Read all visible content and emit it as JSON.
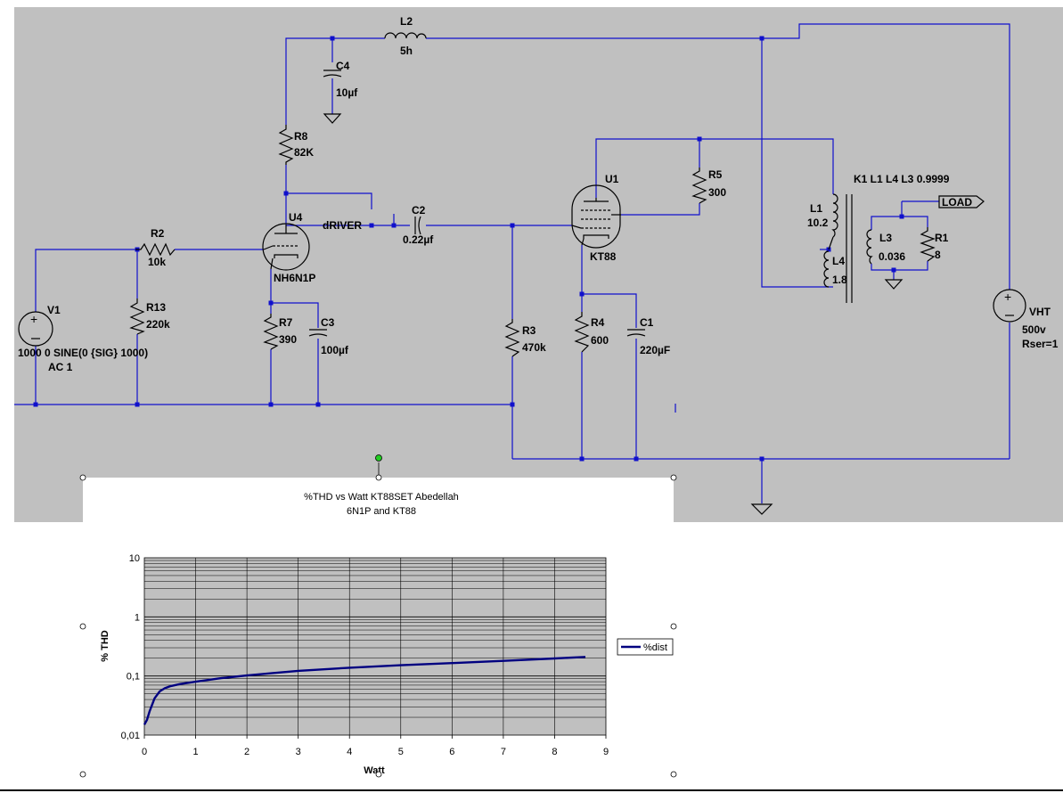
{
  "schematic": {
    "labels": {
      "L2": "L2",
      "L2_val": "5h",
      "C4": "C4",
      "C4_val": "10µf",
      "R8": "R8",
      "R8_val": "82K",
      "U4": "U4",
      "U4_type": "NH6N1P",
      "dRIVER": "dRIVER",
      "C2": "C2",
      "C2_val": "0.22µf",
      "R2": "R2",
      "R2_val": "10k",
      "R13": "R13",
      "R13_val": "220k",
      "V1": "V1",
      "V1_spec": "1000 0 SINE(0 {SIG} 1000)",
      "V1_ac": "AC 1",
      "R7": "R7",
      "R7_val": "390",
      "C3": "C3",
      "C3_val": "100µf",
      "R3": "R3",
      "R3_val": "470k",
      "U1": "U1",
      "U1_type": "KT88",
      "R5": "R5",
      "R5_val": "300",
      "R4": "R4",
      "R4_val": "600",
      "C1": "C1",
      "C1_val": "220µF",
      "K1": "K1 L1 L4  L3  0.9999",
      "L1": "L1",
      "L1_val": "10.2",
      "L4": "L4",
      "L4_val": "1.8",
      "L3": "L3",
      "L3_val": "0.036",
      "R1": "R1",
      "R1_val": "8",
      "LOAD": "LOAD",
      "VHT": "VHT",
      "VHT_val": "500v",
      "VHT_rser": "Rser=1"
    }
  },
  "chart_data": {
    "type": "line",
    "title": "%THD vs Watt  KT88SET Abedellah",
    "subtitle": "6N1P and KT88",
    "xlabel": "Watt",
    "ylabel": "% THD",
    "xlim": [
      0,
      9
    ],
    "ylim": [
      0.01,
      10
    ],
    "yscale": "log",
    "x_ticks": [
      "0",
      "1",
      "2",
      "3",
      "4",
      "5",
      "6",
      "7",
      "8",
      "9"
    ],
    "y_ticks": [
      "0,01",
      "0,1",
      "1",
      "10"
    ],
    "grid": true,
    "legend_position": "right",
    "series_color": "#000080",
    "series": [
      {
        "name": "%dist",
        "x": [
          0.0,
          0.05,
          0.1,
          0.2,
          0.3,
          0.4,
          0.5,
          0.7,
          1.0,
          1.5,
          2.0,
          2.5,
          3.0,
          4.0,
          5.0,
          6.0,
          7.0,
          8.0,
          8.6
        ],
        "y": [
          0.015,
          0.018,
          0.025,
          0.042,
          0.055,
          0.062,
          0.067,
          0.073,
          0.08,
          0.092,
          0.102,
          0.112,
          0.122,
          0.138,
          0.152,
          0.165,
          0.18,
          0.198,
          0.21
        ]
      }
    ]
  }
}
